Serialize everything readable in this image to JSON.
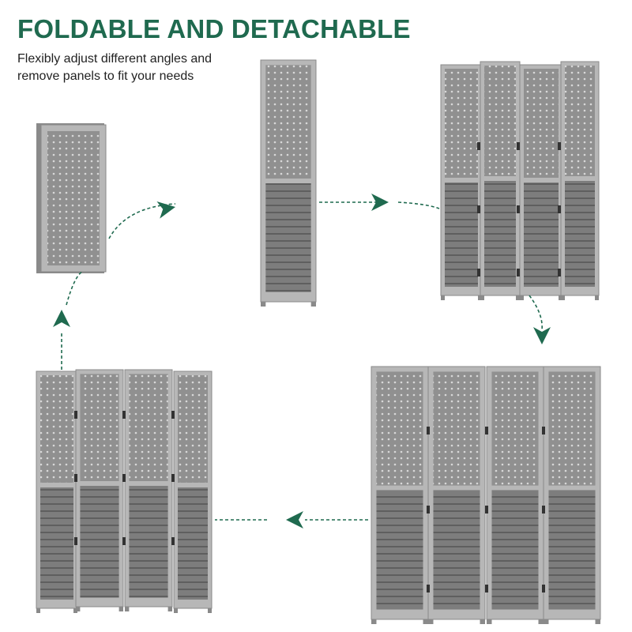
{
  "header": {
    "title": "FOLDABLE AND DETACHABLE",
    "subtitle_line1": "Flexibly adjust different angles and",
    "subtitle_line2": "remove panels to fit your needs"
  },
  "colors": {
    "accent": "#1f6a4f",
    "frame": "#b7b7b7",
    "frame_dark": "#8a8a8a",
    "pegboard": "#909090",
    "louver": "#7d7d7d",
    "louver_line": "#5f5f5f",
    "hinge": "#333333"
  },
  "icons": {
    "flow_arrow": "dashed-curved-arrow-icon",
    "arrow_head": "triangle-arrowhead-icon"
  }
}
